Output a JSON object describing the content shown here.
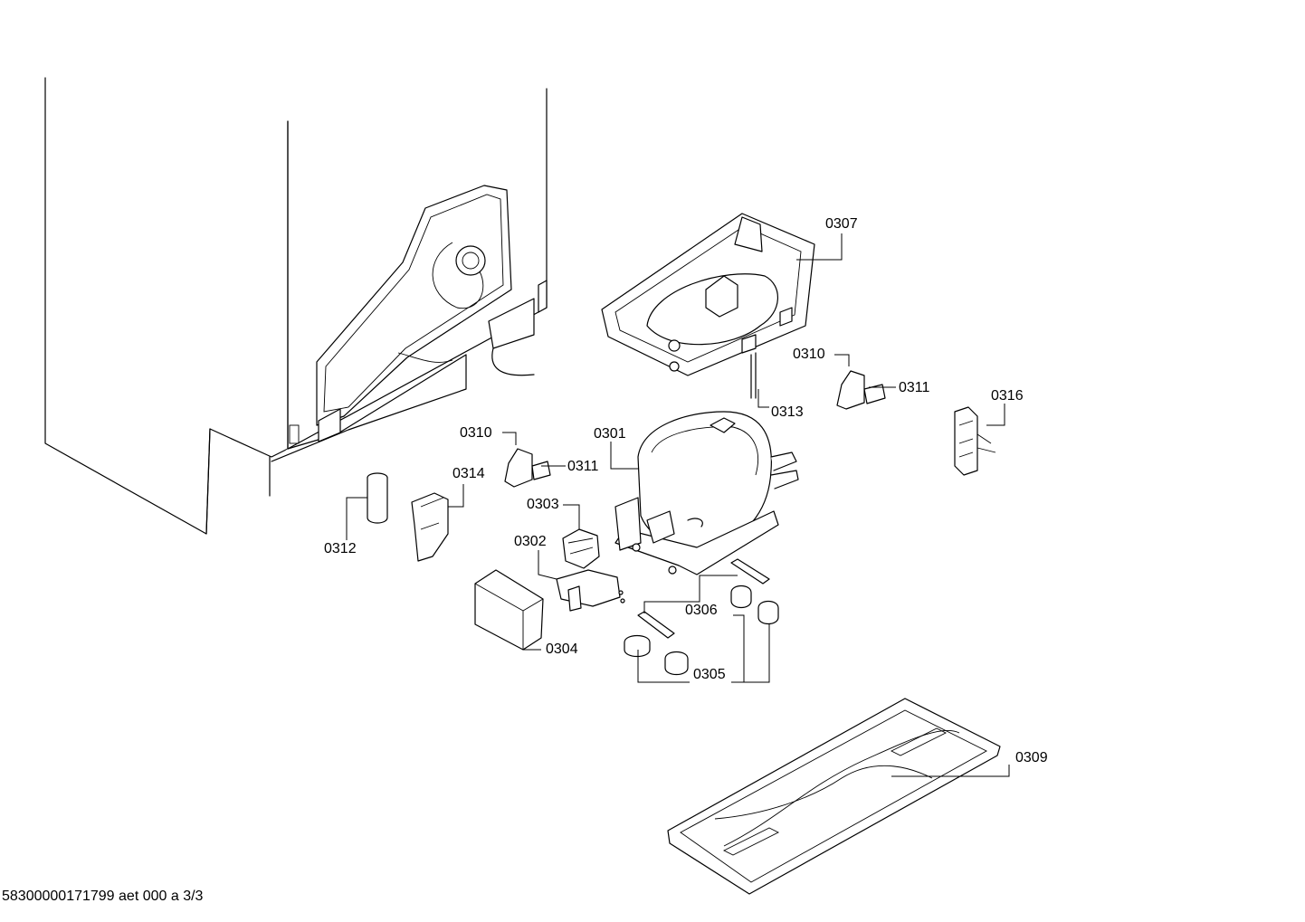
{
  "footer": {
    "document_id": "58300000171799 aet 000 a 3/3"
  },
  "labels": {
    "l0307": "0307",
    "l0310a": "0310",
    "l0311a": "0311",
    "l0316": "0316",
    "l0313": "0313",
    "l0301": "0301",
    "l0310b": "0310",
    "l0311b": "0311",
    "l0314": "0314",
    "l0303": "0303",
    "l0312": "0312",
    "l0302": "0302",
    "l0306": "0306",
    "l0304": "0304",
    "l0305": "0305",
    "l0309": "0309"
  }
}
